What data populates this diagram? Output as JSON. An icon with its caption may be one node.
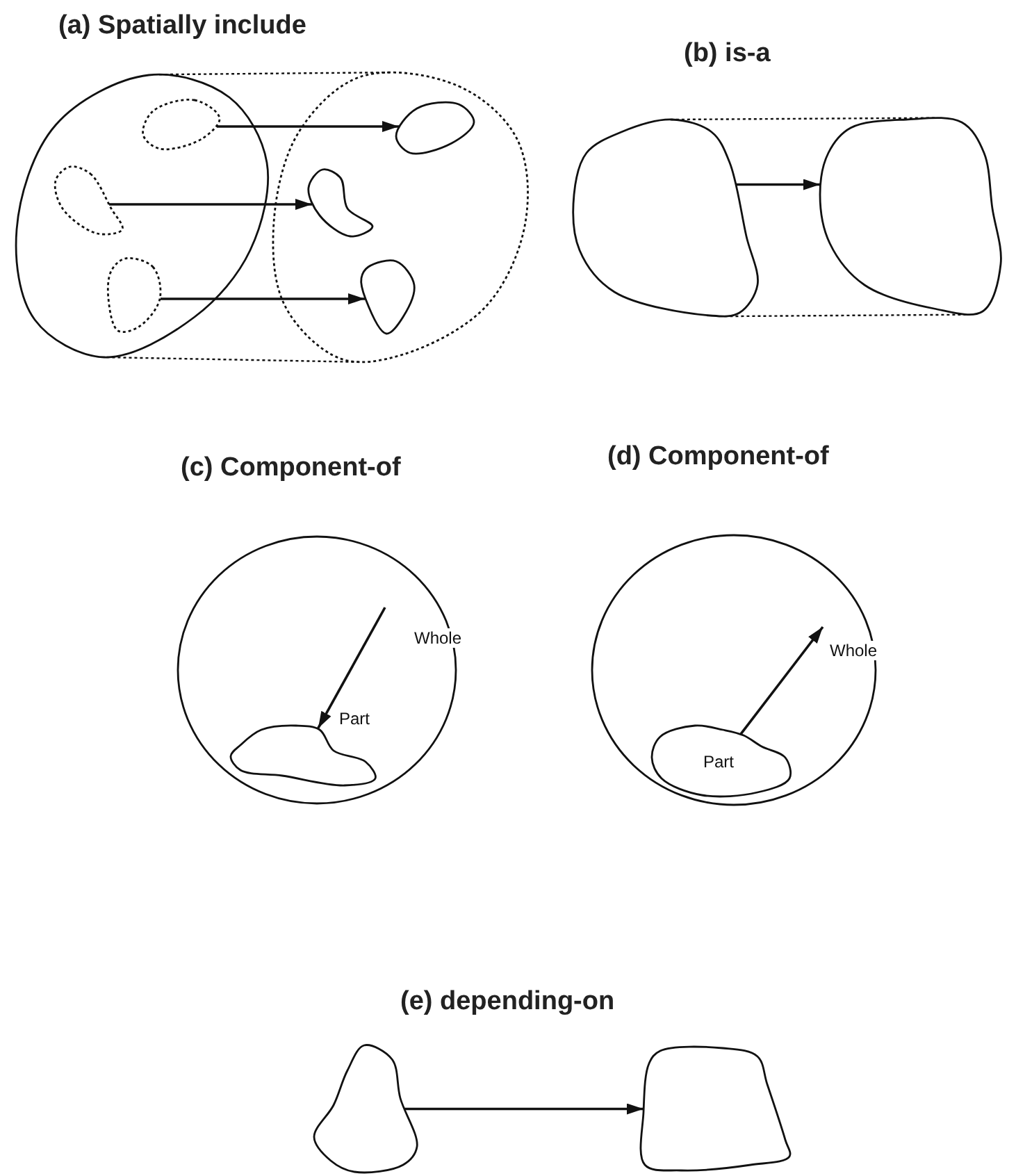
{
  "diagram": {
    "nodes": [
      {
        "text": [],
        "shape": "blob"
      },
      {
        "text": [],
        "shape": "blob"
      },
      {
        "text": [],
        "shape": "blob",
        "in": 0
      },
      {
        "text": [],
        "shape": "blob",
        "in": 0
      },
      {
        "text": [],
        "shape": "blob",
        "in": 0
      },
      {
        "text": [],
        "shape": "blob",
        "in": 1
      },
      {
        "text": [],
        "shape": "blob",
        "in": 1
      },
      {
        "text": [],
        "shape": "blob",
        "in": 1
      },
      {
        "text": [],
        "shape": "blob"
      },
      {
        "text": [],
        "shape": "blob"
      },
      {
        "text": [
          "Whole"
        ]
      },
      {
        "text": [
          "Part"
        ],
        "in": 10
      },
      {
        "text": [
          "Whole"
        ]
      },
      {
        "text": [
          "Part"
        ],
        "in": 12
      },
      {
        "text": [],
        "shape": "blob"
      },
      {
        "text": [],
        "shape": "blob"
      }
    ],
    "edges": [
      {
        "from": 2,
        "to": 5,
        "arrow": "to"
      },
      {
        "from": 3,
        "to": 6,
        "arrow": "to"
      },
      {
        "from": 4,
        "to": 7,
        "arrow": "to"
      },
      {
        "from": 0,
        "to": 1,
        "arrow": "none",
        "style": "dashed"
      },
      {
        "from": 0,
        "to": 1,
        "arrow": "none",
        "style": "dashed"
      },
      {
        "from": 8,
        "to": 9,
        "arrow": "to"
      },
      {
        "from": 8,
        "to": 9,
        "arrow": "none",
        "style": "dashed"
      },
      {
        "from": 8,
        "to": 9,
        "arrow": "none",
        "style": "dashed"
      },
      {
        "from": null,
        "to": 11,
        "arrow": "to"
      },
      {
        "from": 13,
        "to": null,
        "arrow": "to"
      },
      {
        "from": 14,
        "to": 15,
        "arrow": "to"
      }
    ],
    "labels": [
      "(a) Spatially include",
      "(b) is-a",
      "(c) Component-of",
      "(d) Component-of",
      "(e) depending-on"
    ]
  }
}
